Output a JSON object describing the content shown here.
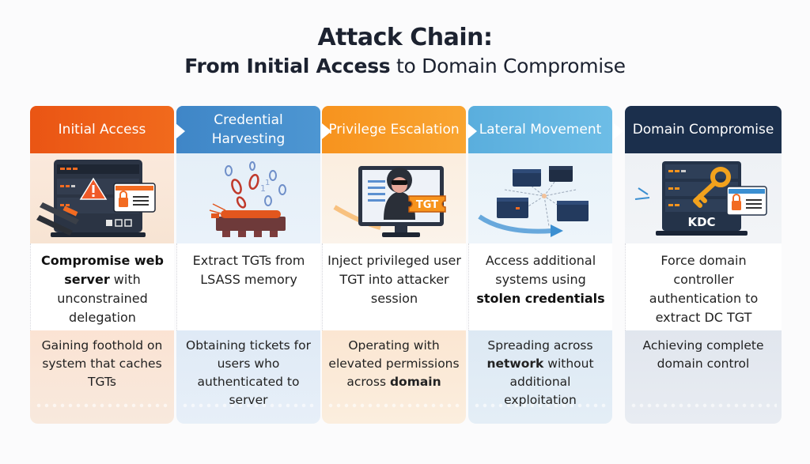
{
  "title": {
    "line1": "Attack Chain:",
    "line2_bold": "From Initial Access",
    "line2_rest": " to Domain Compromise"
  },
  "colors": {
    "initial_access": "#ea5514",
    "credential_harvesting": "#4390cc",
    "privilege_escalation": "#f7971f",
    "lateral_movement": "#62b5e1",
    "domain_compromise": "#1b2f4c"
  },
  "stages": [
    {
      "title": "Initial Access",
      "icon": "compromised-server-icon",
      "action": [
        {
          "t": "Compromise",
          "b": true
        },
        {
          "t": " web server",
          "b": true
        },
        {
          "t": " with unconstrained delegation",
          "b": false
        }
      ],
      "outcome": [
        {
          "t": "Gaining foothold on system that caches TGTs",
          "b": false
        }
      ]
    },
    {
      "title": "Credential Harvesting",
      "icon": "memory-chip-extraction-icon",
      "action": [
        {
          "t": "Extract TGTs from LSASS memory",
          "b": false
        }
      ],
      "outcome": [
        {
          "t": "Obtaining tickets for users who authenticated to server",
          "b": false
        }
      ]
    },
    {
      "title": "Privilege Escalation",
      "icon": "hacker-tgt-ticket-icon",
      "ticket_label": "TGT",
      "action": [
        {
          "t": "Inject privileged user TGT into attacker session",
          "b": false
        }
      ],
      "outcome": [
        {
          "t": "Operating with elevated permissions across ",
          "b": false
        },
        {
          "t": "domain",
          "b": true
        }
      ]
    },
    {
      "title": "Lateral Movement",
      "icon": "network-servers-icon",
      "action": [
        {
          "t": "Access additional systems using ",
          "b": false
        },
        {
          "t": "stolen credentials",
          "b": true
        }
      ],
      "outcome": [
        {
          "t": "Spreading across ",
          "b": false
        },
        {
          "t": "network",
          "b": true
        },
        {
          "t": " without additional exploitation",
          "b": false
        }
      ]
    },
    {
      "title": "Domain Compromise",
      "icon": "kdc-server-key-icon",
      "server_label": "KDC",
      "action": [
        {
          "t": "Force domain controller authentication to extract DC TGT",
          "b": false
        }
      ],
      "outcome": [
        {
          "t": "Achieving complete domain control",
          "b": false
        }
      ]
    }
  ]
}
